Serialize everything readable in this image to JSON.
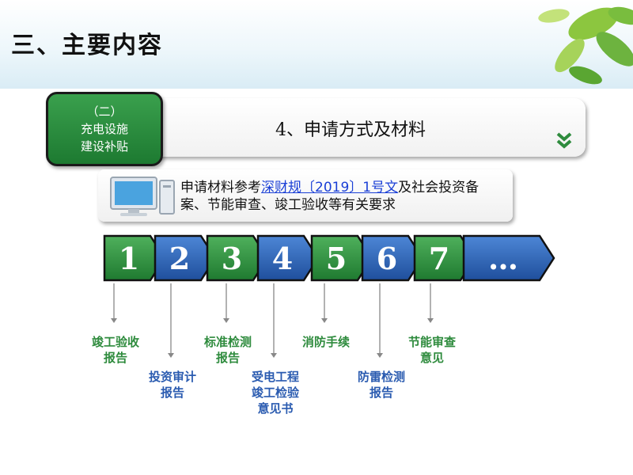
{
  "slide": {
    "title": "三、主要内容"
  },
  "section": {
    "line1": "（二）",
    "line2": "充电设施",
    "line3": "建设补贴"
  },
  "header": {
    "title": "4、申请方式及材料"
  },
  "info": {
    "prefix": "申请材料参考",
    "link": "深财规〔2019〕1号文",
    "suffix": "及社会投资备案、节能审查、竣工验收等有关要求"
  },
  "steps": [
    {
      "num": "1",
      "label": "竣工验收报告",
      "color": "#2e8b3d"
    },
    {
      "num": "2",
      "label": "投资审计报告",
      "color": "#2a5bb0"
    },
    {
      "num": "3",
      "label": "标准检测报告",
      "color": "#2e8b3d"
    },
    {
      "num": "4",
      "label": "受电工程竣工检验意见书",
      "color": "#2a5bb0"
    },
    {
      "num": "5",
      "label": "消防手续",
      "color": "#2e8b3d"
    },
    {
      "num": "6",
      "label": "防雷检测报告",
      "color": "#2a5bb0"
    },
    {
      "num": "7",
      "label": "节能审查意见",
      "color": "#2e8b3d"
    },
    {
      "num": "…",
      "label": "",
      "color": "#2a5bb0"
    }
  ],
  "colors": {
    "green": "#2e8b3d",
    "blue": "#2a5bb0",
    "link": "#1a3fd6"
  }
}
